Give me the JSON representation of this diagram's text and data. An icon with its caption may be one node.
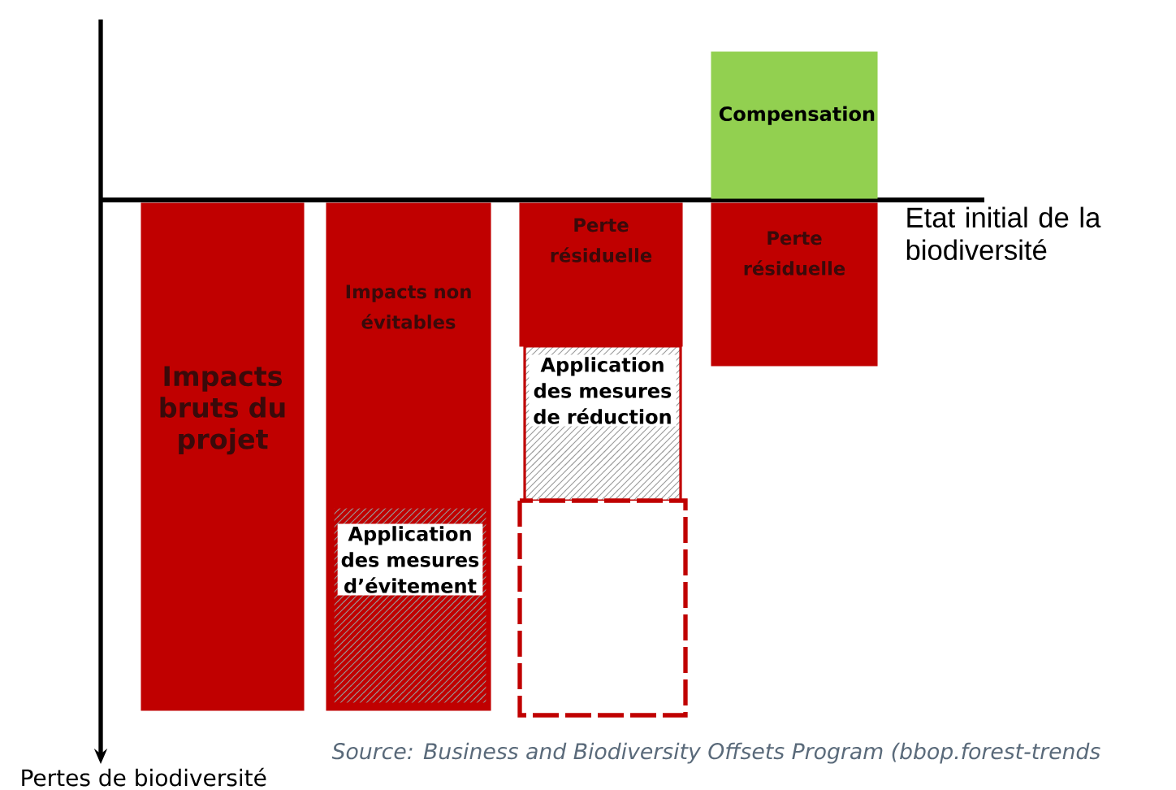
{
  "diagram": {
    "nodes": [
      {
        "text": [
          "Impacts bruts du projet"
        ]
      },
      {
        "text": [
          "Impacts non évitables"
        ]
      },
      {
        "text": [
          "Application des mesures d’évitement"
        ],
        "in": 1
      },
      {
        "text": [
          "Perte résiduelle"
        ]
      },
      {
        "text": [
          "Application des mesures de réduction"
        ]
      },
      {
        "text": [],
        "shape": "box"
      },
      {
        "text": [
          "Compensation"
        ]
      },
      {
        "text": [
          "Perte résiduelle"
        ]
      }
    ],
    "edges": [],
    "labels": [
      "Etat initial de la biodiversité",
      "Pertes de biodiversité",
      "Source: Business and Biodiversity Offsets Program (bbop.forest-trends"
    ]
  }
}
